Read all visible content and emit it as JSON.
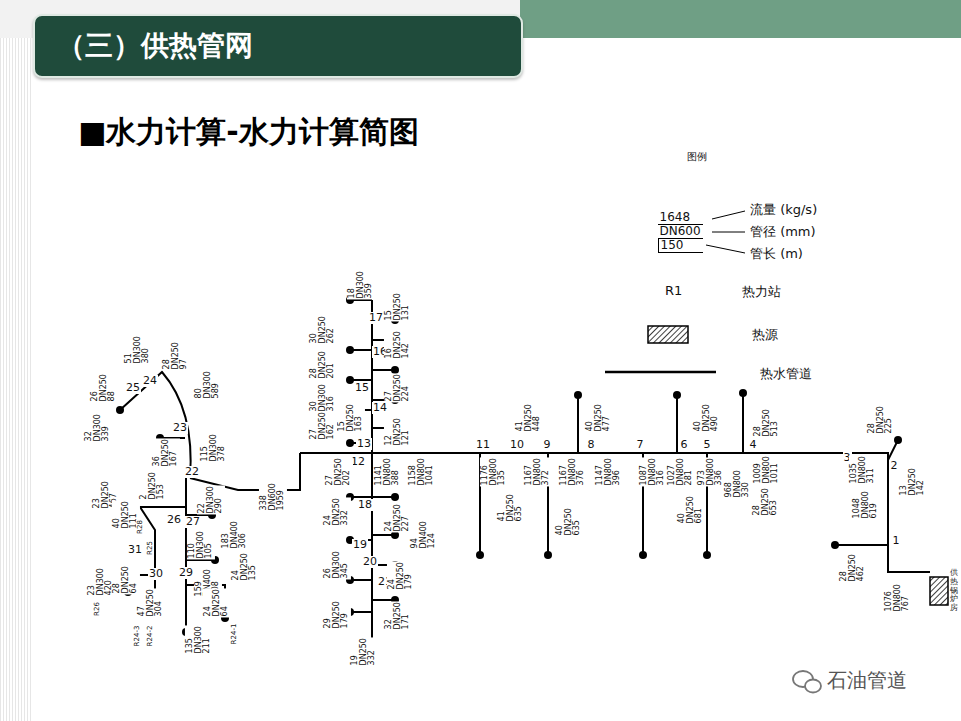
{
  "diagram": {
    "title": "（三）供热管网",
    "labels": [
      "■水力计算-水力计算简图",
      "图例",
      "1648",
      "DN600",
      "150",
      "R1",
      "1",
      "2",
      "3",
      "4",
      "5",
      "6",
      "7",
      "8",
      "9",
      "10",
      "11",
      "12",
      "13",
      "14",
      "15",
      "16",
      "17",
      "18",
      "19",
      "20",
      "21",
      "22",
      "23",
      "24",
      "25",
      "26",
      "27",
      "29",
      "30",
      "31",
      "18",
      "DN300",
      "359",
      "15",
      "DN250",
      "131",
      "30",
      "DN250",
      "262",
      "16",
      "DN250",
      "142",
      "28",
      "DN250",
      "201",
      "27",
      "DN250",
      "224",
      "30",
      "DN300",
      "316",
      "15",
      "DN250",
      "163",
      "27",
      "DN250",
      "162",
      "12",
      "DN250",
      "121",
      "27",
      "DN250",
      "202",
      "1141",
      "DN800",
      "388",
      "1158",
      "DN800",
      "1041",
      "24",
      "DN250",
      "332",
      "24",
      "DN250",
      "227",
      "94",
      "DN400",
      "124",
      "26",
      "DN300",
      "345",
      "24",
      "DN250",
      "179",
      "29",
      "DN250",
      "179",
      "32",
      "DN250",
      "171",
      "19",
      "DN250",
      "332",
      "1176",
      "DN800",
      "135",
      "1167",
      "DN800",
      "372",
      "1167",
      "DN800",
      "376",
      "1147",
      "DN800",
      "396",
      "1087",
      "DN800",
      "316",
      "1027",
      "DN800",
      "281",
      "973",
      "DN800",
      "336",
      "1009",
      "DN800",
      "1011",
      "968",
      "DN800",
      "330",
      "1035",
      "DN800",
      "311",
      "1048",
      "DN800",
      "619",
      "28",
      "DN250",
      "225",
      "13",
      "DN250",
      "142",
      "1076",
      "DN800",
      "767",
      "28",
      "DN250",
      "462",
      "41",
      "DN250",
      "448",
      "40",
      "DN250",
      "477",
      "40",
      "DN250",
      "490",
      "28",
      "DN250",
      "513",
      "41",
      "DN250",
      "635",
      "40",
      "DN250",
      "635",
      "40",
      "DN250",
      "681",
      "28",
      "DN250",
      "653",
      "51",
      "DN300",
      "380",
      "28",
      "DN250",
      "97",
      "80",
      "DN300",
      "589",
      "26",
      "DN250",
      "88",
      "32",
      "DN300",
      "339",
      "115",
      "DN300",
      "378",
      "36",
      "DN250",
      "167",
      "2",
      "DN250",
      "153",
      "23",
      "DN250",
      "467",
      "40",
      "DN250",
      "111",
      "22",
      "DN300",
      "290",
      "183",
      "DN400",
      "306",
      "110",
      "DN300",
      "105",
      "24",
      "DN250",
      "135",
      "159",
      "DN400",
      "208",
      "23",
      "DN300",
      "420",
      "28",
      "DN250",
      "64",
      "47",
      "DN250",
      "304",
      "24",
      "DN250",
      "64",
      "135",
      "DN300",
      "211",
      "338",
      "DN600",
      "1959",
      "R24-1",
      "R24-2",
      "R24-3",
      "R25",
      "R26",
      "R28",
      "供热锅炉房",
      "石油管道"
    ],
    "legend": [
      {
        "text": "流量 (kg/s)"
      },
      {
        "text": "管径 (mm)"
      },
      {
        "text": "管长 (m)"
      },
      {
        "text": "热力站"
      },
      {
        "text": "热源"
      },
      {
        "text": "热水管道"
      }
    ]
  }
}
